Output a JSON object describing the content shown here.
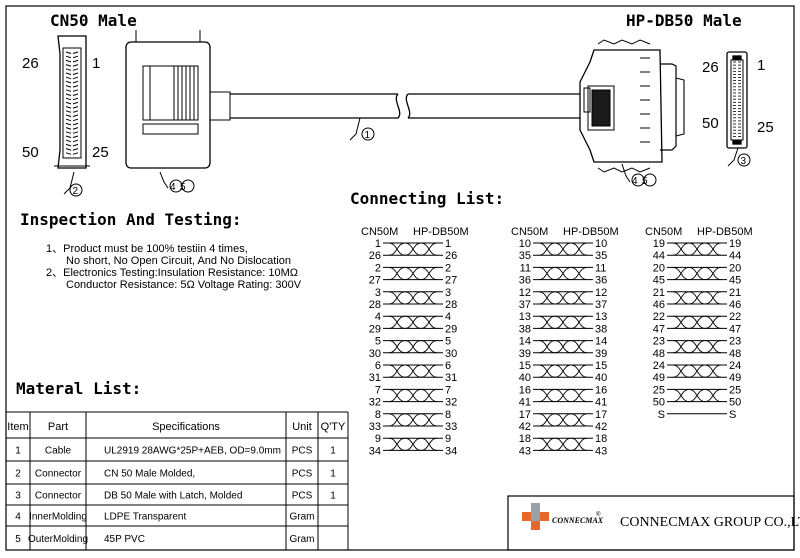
{
  "header": {
    "left_title": "CN50 Male",
    "right_title": "HP-DB50 Male"
  },
  "left_connector": {
    "pin_top_left": "26",
    "pin_top_right": "1",
    "pin_bottom_left": "50",
    "pin_bottom_right": "25",
    "callout_face": "2",
    "callout_hood": "45"
  },
  "right_connector": {
    "pin_top_left": "26",
    "pin_top_right": "1",
    "pin_bottom_left": "50",
    "pin_bottom_right": "25",
    "callout_face": "3",
    "callout_hood": "45"
  },
  "cable": {
    "callout": "1"
  },
  "inspection": {
    "title": "Inspection And Testing:",
    "lines": [
      "1、Product must be 100% testiin 4 times,",
      "No short, No Open Circuit, And No Dislocation",
      "2、Electronics Testing:Insulation Resistance: 10MΩ",
      "Conductor Resistance: 5Ω Voltage Rating: 300V"
    ]
  },
  "connecting_list": {
    "title": "Connecting List:",
    "columns": [
      {
        "header_left": "CN50M",
        "header_right": "HP-DB50M",
        "pairs": [
          [
            "1",
            "1"
          ],
          [
            "26",
            "26"
          ],
          [
            "2",
            "2"
          ],
          [
            "27",
            "27"
          ],
          [
            "3",
            "3"
          ],
          [
            "28",
            "28"
          ],
          [
            "4",
            "4"
          ],
          [
            "29",
            "29"
          ],
          [
            "5",
            "5"
          ],
          [
            "30",
            "30"
          ],
          [
            "6",
            "6"
          ],
          [
            "31",
            "31"
          ],
          [
            "7",
            "7"
          ],
          [
            "32",
            "32"
          ],
          [
            "8",
            "8"
          ],
          [
            "33",
            "33"
          ],
          [
            "9",
            "9"
          ],
          [
            "34",
            "34"
          ]
        ]
      },
      {
        "header_left": "CN50M",
        "header_right": "HP-DB50M",
        "pairs": [
          [
            "10",
            "10"
          ],
          [
            "35",
            "35"
          ],
          [
            "11",
            "11"
          ],
          [
            "36",
            "36"
          ],
          [
            "12",
            "12"
          ],
          [
            "37",
            "37"
          ],
          [
            "13",
            "13"
          ],
          [
            "38",
            "38"
          ],
          [
            "14",
            "14"
          ],
          [
            "39",
            "39"
          ],
          [
            "15",
            "15"
          ],
          [
            "40",
            "40"
          ],
          [
            "16",
            "16"
          ],
          [
            "41",
            "41"
          ],
          [
            "17",
            "17"
          ],
          [
            "42",
            "42"
          ],
          [
            "18",
            "18"
          ],
          [
            "43",
            "43"
          ]
        ]
      },
      {
        "header_left": "CN50M",
        "header_right": "HP-DB50M",
        "pairs": [
          [
            "19",
            "19"
          ],
          [
            "44",
            "44"
          ],
          [
            "20",
            "20"
          ],
          [
            "45",
            "45"
          ],
          [
            "21",
            "21"
          ],
          [
            "46",
            "46"
          ],
          [
            "22",
            "22"
          ],
          [
            "47",
            "47"
          ],
          [
            "23",
            "23"
          ],
          [
            "48",
            "48"
          ],
          [
            "24",
            "24"
          ],
          [
            "49",
            "49"
          ],
          [
            "25",
            "25"
          ],
          [
            "50",
            "50"
          ],
          [
            "S",
            "S"
          ]
        ]
      }
    ]
  },
  "material_list": {
    "title": "Materal List:",
    "headers": [
      "Item",
      "Part",
      "Specifications",
      "Unit",
      "Q'TY"
    ],
    "rows": [
      [
        "1",
        "Cable",
        "UL2919 28AWG*25P+AEB, OD=9.0mm",
        "PCS",
        "1"
      ],
      [
        "2",
        "Connector",
        "CN 50 Male  Molded,",
        "PCS",
        "1"
      ],
      [
        "3",
        "Connector",
        "DB 50 Male with Latch, Molded",
        "PCS",
        "1"
      ],
      [
        "4",
        "InnerMolding",
        "LDPE Transparent",
        "Gram",
        ""
      ],
      [
        "5",
        "OuterMolding",
        "45P  PVC",
        "Gram",
        ""
      ]
    ]
  },
  "company": {
    "brand": "CONNECMAX",
    "registered": "®",
    "name": "CONNECMAX GROUP CO.,LTD",
    "logo_color": "#e8672a",
    "logo_accent": "#9aa0a8"
  }
}
